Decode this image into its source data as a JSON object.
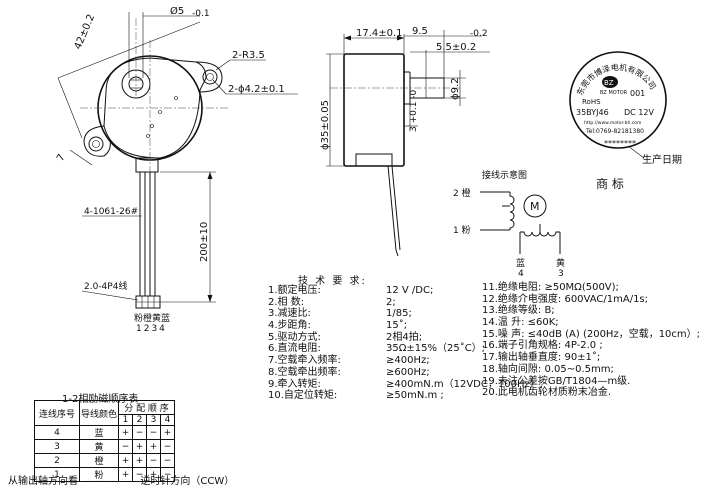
{
  "front_view": {
    "dim_shaft_dia": "Ø5",
    "dim_shaft_tol": "-0.1",
    "dim_body_dia": "42±0.2",
    "dim_ear_radius": "2-R3.5",
    "dim_hole_dia": "2-ϕ4.2±0.1",
    "dim_lead_length": "200±10",
    "wire_spec": "4-1061-26#",
    "connector_spec": "2.0-4P4线",
    "connector_colors": "粉橙黄蓝",
    "connector_pins": "1234"
  },
  "side_view": {
    "dim_overall": "17.4±0.1",
    "dim_shaft_len": "9.5",
    "dim_shaft_len_tol": "-0.2",
    "dim_shaft_flat": "5.5±0.2",
    "dim_body_dia": "ϕ35±0.05",
    "dim_flange_dia": "ϕ9.2",
    "dim_step": "3 +0.1 -0"
  },
  "label": {
    "company": "东莞市博泽电机有限公司",
    "logo_text": "BZ MOTOR",
    "cert": "RoHS",
    "serial": "001",
    "model": "35BYJ46",
    "voltage": "DC 12V",
    "website": "http://www.motor-bh.com",
    "tel": "Tel:0769-82181380",
    "stars": "********",
    "date_label": "生产日期",
    "trademark_label": "商      标"
  },
  "wiring": {
    "title": "接线示意图",
    "orange_label": "2  橙",
    "pink_label": "1  粉",
    "motor_symbol": "M",
    "blue_label": "蓝",
    "blue_num": "4",
    "yellow_label": "黄",
    "yellow_num": "3"
  },
  "specs": {
    "title": "技 术 要 求:",
    "left": [
      {
        "k": "1.额定电压:",
        "v": "12 V /DC;"
      },
      {
        "k": "2.相    数:",
        "v": "2;"
      },
      {
        "k": "3.减速比:",
        "v": "1/85;"
      },
      {
        "k": "4.步距角:",
        "v": "15˚;"
      },
      {
        "k": "5.驱动方式:",
        "v": "2相4拍;"
      },
      {
        "k": "6.直流电阻:",
        "v": "35Ω±15%（25˚C）;"
      },
      {
        "k": "7.空载牵入频率:",
        "v": "≥400Hz;"
      },
      {
        "k": "8.空载牵出频率:",
        "v": "≥600Hz;"
      },
      {
        "k": "9.牵入转矩:",
        "v": "≥400mN.m（12VDC，100Hz）;"
      },
      {
        "k": "10.自定位转矩:",
        "v": "≥50mN.m     ;"
      }
    ],
    "right": [
      "11.绝缘电阻:           ≥50MΩ(500V);",
      "12.绝缘介电强度:  600VAC/1mA/1s;",
      "13.绝缘等级:           B;",
      "14.温    升:            ≤60K;",
      "15.噪    声:  ≤40dB (A)  (200Hz，空载，10cm）;",
      "16.端子引角规格:   4P-2.0 ;",
      "17.输出轴垂直度:   90±1˚;",
      "18.轴向间隙:         0.05~0.5mm;",
      "19.未注公差按GB/T1804—m级.",
      "20.此电机齿轮材质粉末冶金."
    ]
  },
  "sequence": {
    "title": "1-2相励磁顺序表",
    "col_num": "连线序号",
    "col_color": "导线颜色",
    "col_seq": "分 配 顺 序",
    "steps": [
      "1",
      "2",
      "3",
      "4"
    ],
    "rows": [
      {
        "num": "4",
        "color": "蓝",
        "cells": [
          "+",
          "−",
          "−",
          "+"
        ]
      },
      {
        "num": "3",
        "color": "黄",
        "cells": [
          "−",
          "+",
          "+",
          "−"
        ]
      },
      {
        "num": "2",
        "color": "橙",
        "cells": [
          "+",
          "+",
          "−",
          "−"
        ]
      },
      {
        "num": "1",
        "color": "粉",
        "cells": [
          "+",
          "−",
          "+",
          "−"
        ]
      }
    ]
  },
  "footer": {
    "from_shaft": "从输出轴方向看",
    "dash": "———",
    "direction": "逆时针方向（CCW）"
  }
}
